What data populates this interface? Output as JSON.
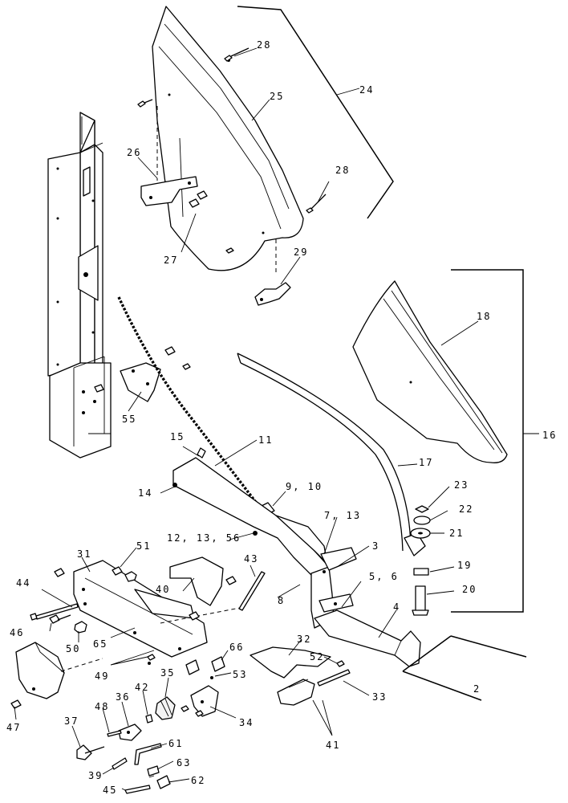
{
  "callouts": {
    "c28a": "28",
    "c25": "25",
    "c24": "24",
    "c26": "26",
    "c28b": "28",
    "c27": "27",
    "c29": "29",
    "c18": "18",
    "c16": "16",
    "c55": "55",
    "c15": "15",
    "c11": "11",
    "c17": "17",
    "c14": "14",
    "c9_10": "9, 10",
    "c23": "23",
    "c22": "22",
    "c7_13": "7, 13",
    "c21": "21",
    "c12_13_56": "12, 13, 56",
    "c3": "3",
    "c31": "31",
    "c51": "51",
    "c43": "43",
    "c19": "19",
    "c44": "44",
    "c40": "40",
    "c8": "8",
    "c5_6": "5, 6",
    "c20": "20",
    "c46": "46",
    "c50": "50",
    "c65": "65",
    "c4": "4",
    "c66": "66",
    "c49": "49",
    "c32": "32",
    "c52": "52",
    "c35": "35",
    "c53": "53",
    "c42": "42",
    "c2": "2",
    "c36": "36",
    "c48": "48",
    "c33": "33",
    "c47": "47",
    "c34": "34",
    "c37": "37",
    "c41": "41",
    "c61": "61",
    "c39": "39",
    "c63": "63",
    "c45": "45",
    "c62": "62"
  }
}
